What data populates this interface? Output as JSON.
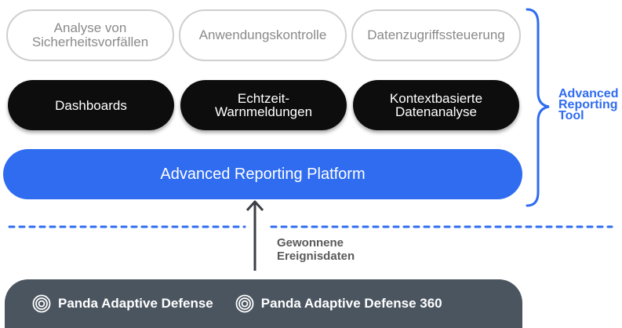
{
  "top_row": [
    {
      "lines": [
        "Analyse von",
        "Sicherheitsvorfällen"
      ]
    },
    {
      "lines": [
        "Anwendungskontrolle"
      ]
    },
    {
      "lines": [
        "Datenzugriffssteuerung"
      ]
    }
  ],
  "middle_row": [
    {
      "lines": [
        "Dashboards"
      ]
    },
    {
      "lines": [
        "Echtzeit-",
        "Warnmeldungen"
      ]
    },
    {
      "lines": [
        "Kontextbasierte",
        "Datenanalyse"
      ]
    }
  ],
  "platform": {
    "label": "Advanced Reporting Platform"
  },
  "side_label": {
    "lines": [
      "Advanced",
      "Reporting",
      "Tool"
    ]
  },
  "events_label": {
    "lines": [
      "Gewonnene",
      "Ereignisdaten"
    ]
  },
  "products": [
    {
      "name": "Panda Adaptive Defense",
      "icon": "panda-logo-icon"
    },
    {
      "name": "Panda Adaptive Defense 360",
      "icon": "panda-logo-icon"
    }
  ],
  "colors": {
    "accent_blue": "#2f6cf0",
    "black_pill": "#0d0d0d",
    "bottom_bar": "#4b5560",
    "outline_border": "#cfcfcf",
    "outline_text": "#8a8a8a",
    "dotted_line": "#2f6cf0"
  }
}
